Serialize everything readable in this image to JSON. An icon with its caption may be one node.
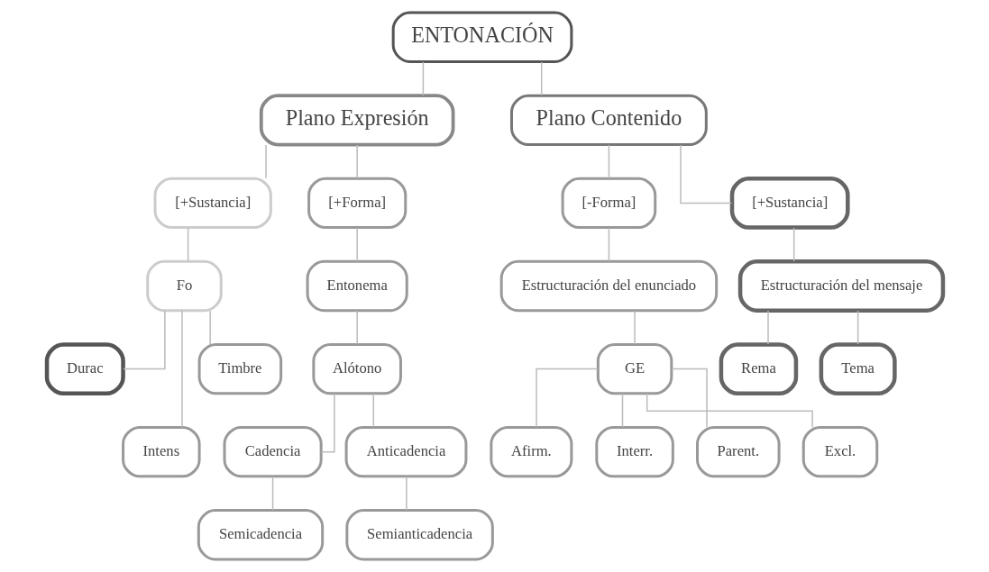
{
  "diagram": {
    "nodes": [
      {
        "text": [
          "ENTONACIÓN"
        ]
      },
      {
        "text": [
          "Plano Expresión"
        ]
      },
      {
        "text": [
          "Plano Contenido"
        ]
      },
      {
        "text": [
          "[+Sustancia]"
        ]
      },
      {
        "text": [
          "[+Forma]"
        ]
      },
      {
        "text": [
          "Fo"
        ]
      },
      {
        "text": [
          "Entonema"
        ]
      },
      {
        "text": [
          "Alótono"
        ]
      },
      {
        "text": [
          "Durac"
        ]
      },
      {
        "text": [
          "Intens"
        ]
      },
      {
        "text": [
          "Timbre"
        ]
      },
      {
        "text": [
          "Cadencia"
        ]
      },
      {
        "text": [
          "Anticadencia"
        ]
      },
      {
        "text": [
          "Semicadencia"
        ]
      },
      {
        "text": [
          "Semianticadencia"
        ]
      },
      {
        "text": [
          "[-Forma]"
        ]
      },
      {
        "text": [
          "[+Sustancia]"
        ]
      },
      {
        "text": [
          "Estructuración del enunciado"
        ]
      },
      {
        "text": [
          "Estructuración del mensaje"
        ]
      },
      {
        "text": [
          "GE"
        ]
      },
      {
        "text": [
          "Afirm."
        ]
      },
      {
        "text": [
          "Interr."
        ]
      },
      {
        "text": [
          "Parent."
        ]
      },
      {
        "text": [
          "Excl."
        ]
      },
      {
        "text": [
          "Rema"
        ]
      },
      {
        "text": [
          "Tema"
        ]
      }
    ],
    "edges": [
      {
        "from": 0,
        "to": 1,
        "arrow": "none"
      },
      {
        "from": 0,
        "to": 2,
        "arrow": "none"
      },
      {
        "from": 1,
        "to": 3,
        "arrow": "none"
      },
      {
        "from": 1,
        "to": 4,
        "arrow": "none"
      },
      {
        "from": 3,
        "to": 5,
        "arrow": "none"
      },
      {
        "from": 4,
        "to": 6,
        "arrow": "none"
      },
      {
        "from": 6,
        "to": 7,
        "arrow": "none"
      },
      {
        "from": 5,
        "to": 8,
        "arrow": "none"
      },
      {
        "from": 5,
        "to": 9,
        "arrow": "none"
      },
      {
        "from": 5,
        "to": 10,
        "arrow": "none"
      },
      {
        "from": 7,
        "to": 11,
        "arrow": "none"
      },
      {
        "from": 7,
        "to": 12,
        "arrow": "none"
      },
      {
        "from": 11,
        "to": 13,
        "arrow": "none"
      },
      {
        "from": 12,
        "to": 14,
        "arrow": "none"
      },
      {
        "from": 2,
        "to": 15,
        "arrow": "none"
      },
      {
        "from": 2,
        "to": 16,
        "arrow": "none"
      },
      {
        "from": 15,
        "to": 17,
        "arrow": "none"
      },
      {
        "from": 16,
        "to": 18,
        "arrow": "none"
      },
      {
        "from": 17,
        "to": 19,
        "arrow": "none"
      },
      {
        "from": 19,
        "to": 20,
        "arrow": "none"
      },
      {
        "from": 19,
        "to": 21,
        "arrow": "none"
      },
      {
        "from": 19,
        "to": 22,
        "arrow": "none"
      },
      {
        "from": 19,
        "to": 23,
        "arrow": "none"
      },
      {
        "from": 18,
        "to": 24,
        "arrow": "none"
      },
      {
        "from": 18,
        "to": 25,
        "arrow": "none"
      }
    ]
  }
}
